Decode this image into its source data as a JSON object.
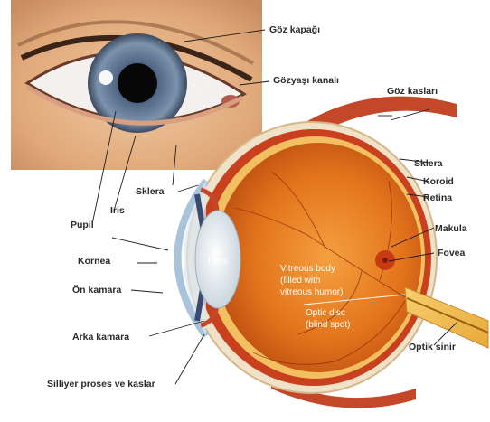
{
  "labels": {
    "goz_kapagi": "Göz kapağı",
    "gozyasi_kanali": "Gözyaşı kanalı",
    "goz_kaslari": "Göz kasları",
    "sklera_right": "Sklera",
    "koroid": "Koroid",
    "retina": "Retina",
    "makula": "Makula",
    "fovea": "Fovea",
    "optik_sinir": "Optik sinir",
    "sklera_left": "Sklera",
    "iris": "Iris",
    "pupil": "Pupil",
    "kornea": "Kornea",
    "on_kamara": "Ön kamara",
    "arka_kamara": "Arka kamara",
    "silliyer": "Silliyer proses ve kaslar",
    "lens": "Lens",
    "vitreous_1": "Vitreous body",
    "vitreous_2": "(filled with",
    "vitreous_3": "vitreous humor)",
    "optic_disc_1": "Optic disc",
    "optic_disc_2": "(blind spot)"
  },
  "colors": {
    "iris": "#5a7090",
    "pupil": "#0a0a0a",
    "eyeball_interior": "#e0701c",
    "sclera_band": "#f2c060",
    "muscle": "#c4472a",
    "skin": "#e8b890"
  }
}
